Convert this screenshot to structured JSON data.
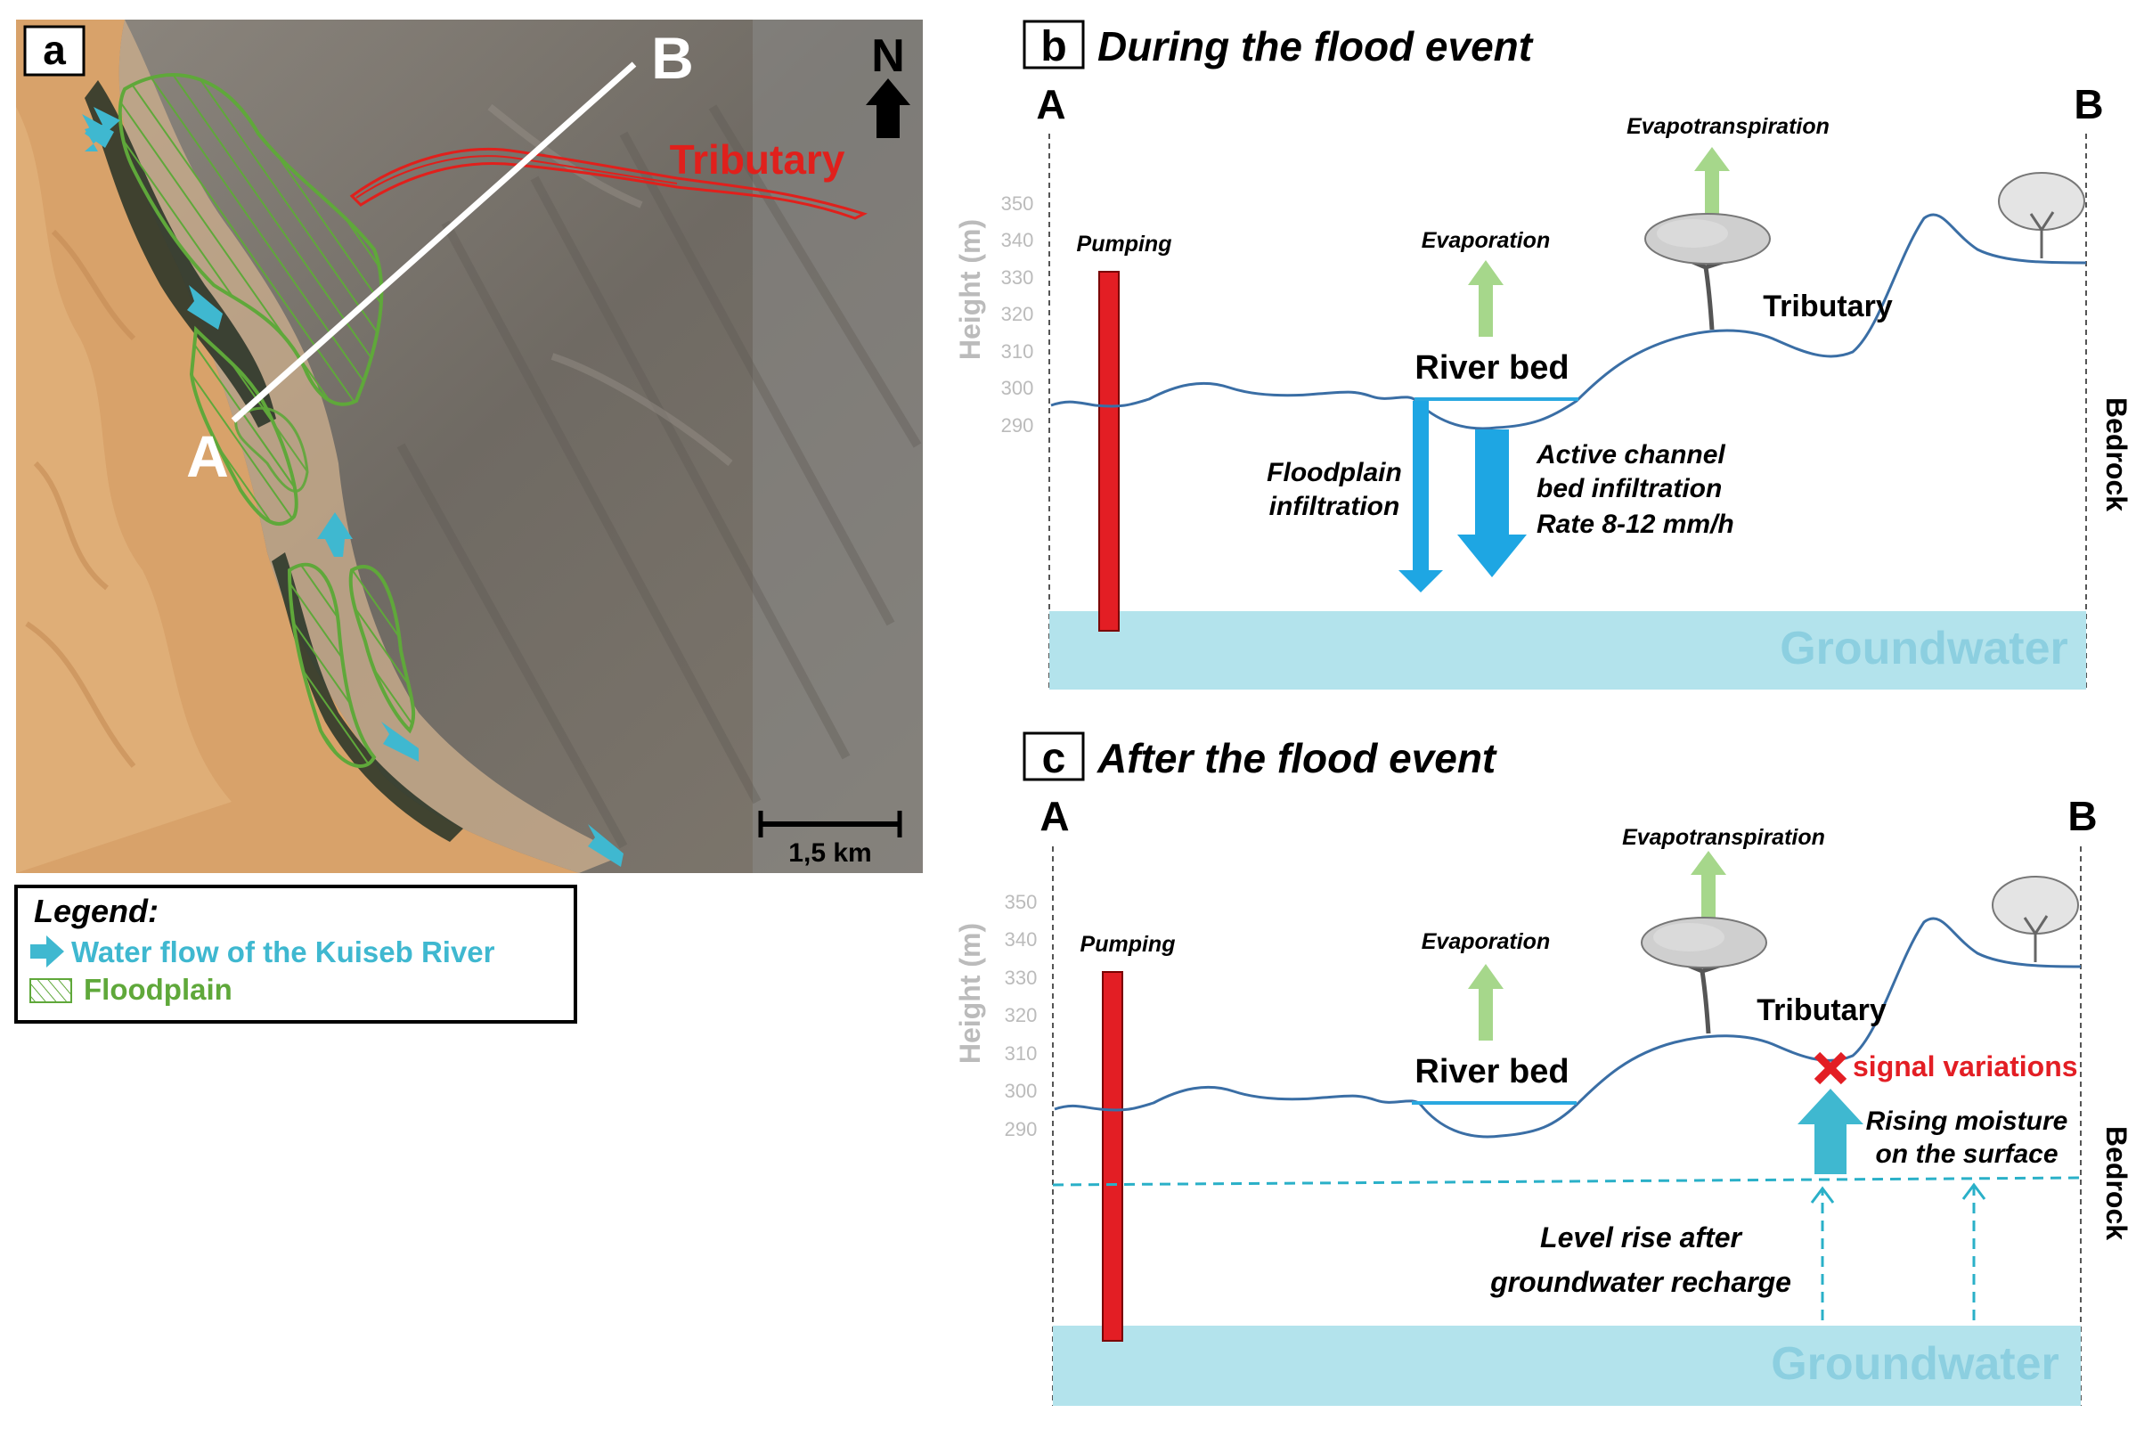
{
  "panel_a": {
    "label": "a",
    "point_a": "A",
    "point_b": "B",
    "north": "N",
    "tributary": "Tributary",
    "scale": "1,5 km",
    "colors": {
      "sand": "#d9a56c",
      "rock": "#7b746b",
      "floodplain": "#5fa83a",
      "tributary": "#e0201c",
      "flow": "#3fb8d0"
    }
  },
  "legend": {
    "title": "Legend:",
    "items": [
      {
        "label": "Water flow of the Kuiseb River",
        "color": "#3fb8d0",
        "icon": "cyan-arrow-icon"
      },
      {
        "label": "Floodplain",
        "color": "#5fa83a",
        "icon": "hatched-box-icon"
      }
    ]
  },
  "panel_b": {
    "label": "b",
    "title": "During the flood event",
    "point_a": "A",
    "point_b": "B",
    "y_axis_label": "Height (m)",
    "y_ticks": [
      "350",
      "340",
      "330",
      "320",
      "310",
      "300",
      "290"
    ],
    "pumping": "Pumping",
    "evaporation": "Evaporation",
    "evapotranspiration": "Evapotranspiration",
    "tributary": "Tributary",
    "river_bed": "River bed",
    "floodplain_infiltration": [
      "Floodplain",
      "infiltration"
    ],
    "active_channel": [
      "Active channel",
      "bed infiltration",
      "Rate 8-12 mm/h"
    ],
    "bedrock": "Bedrock",
    "groundwater": "Groundwater"
  },
  "panel_c": {
    "label": "c",
    "title": "After the flood event",
    "point_a": "A",
    "point_b": "B",
    "y_axis_label": "Height (m)",
    "y_ticks": [
      "350",
      "340",
      "330",
      "320",
      "310",
      "300",
      "290"
    ],
    "pumping": "Pumping",
    "evaporation": "Evaporation",
    "evapotranspiration": "Evapotranspiration",
    "tributary": "Tributary",
    "river_bed": "River bed",
    "signal": "signal variations",
    "rising_moisture": [
      "Rising moisture",
      "on the surface"
    ],
    "level_rise": [
      "Level rise after",
      "groundwater recharge"
    ],
    "bedrock": "Bedrock",
    "groundwater": "Groundwater"
  },
  "colors": {
    "terrain_line": "#3a6ea5",
    "river_water": "#29a8e0",
    "groundwater_fill": "#b3e3ec",
    "groundwater_text": "#8ccfe0",
    "pump": "#e31e24",
    "evap_arrow": "#a6d78b",
    "infiltration_arrow": "#1ea6e3",
    "dashed": "#2ab0c8",
    "signal": "#e31e24"
  }
}
